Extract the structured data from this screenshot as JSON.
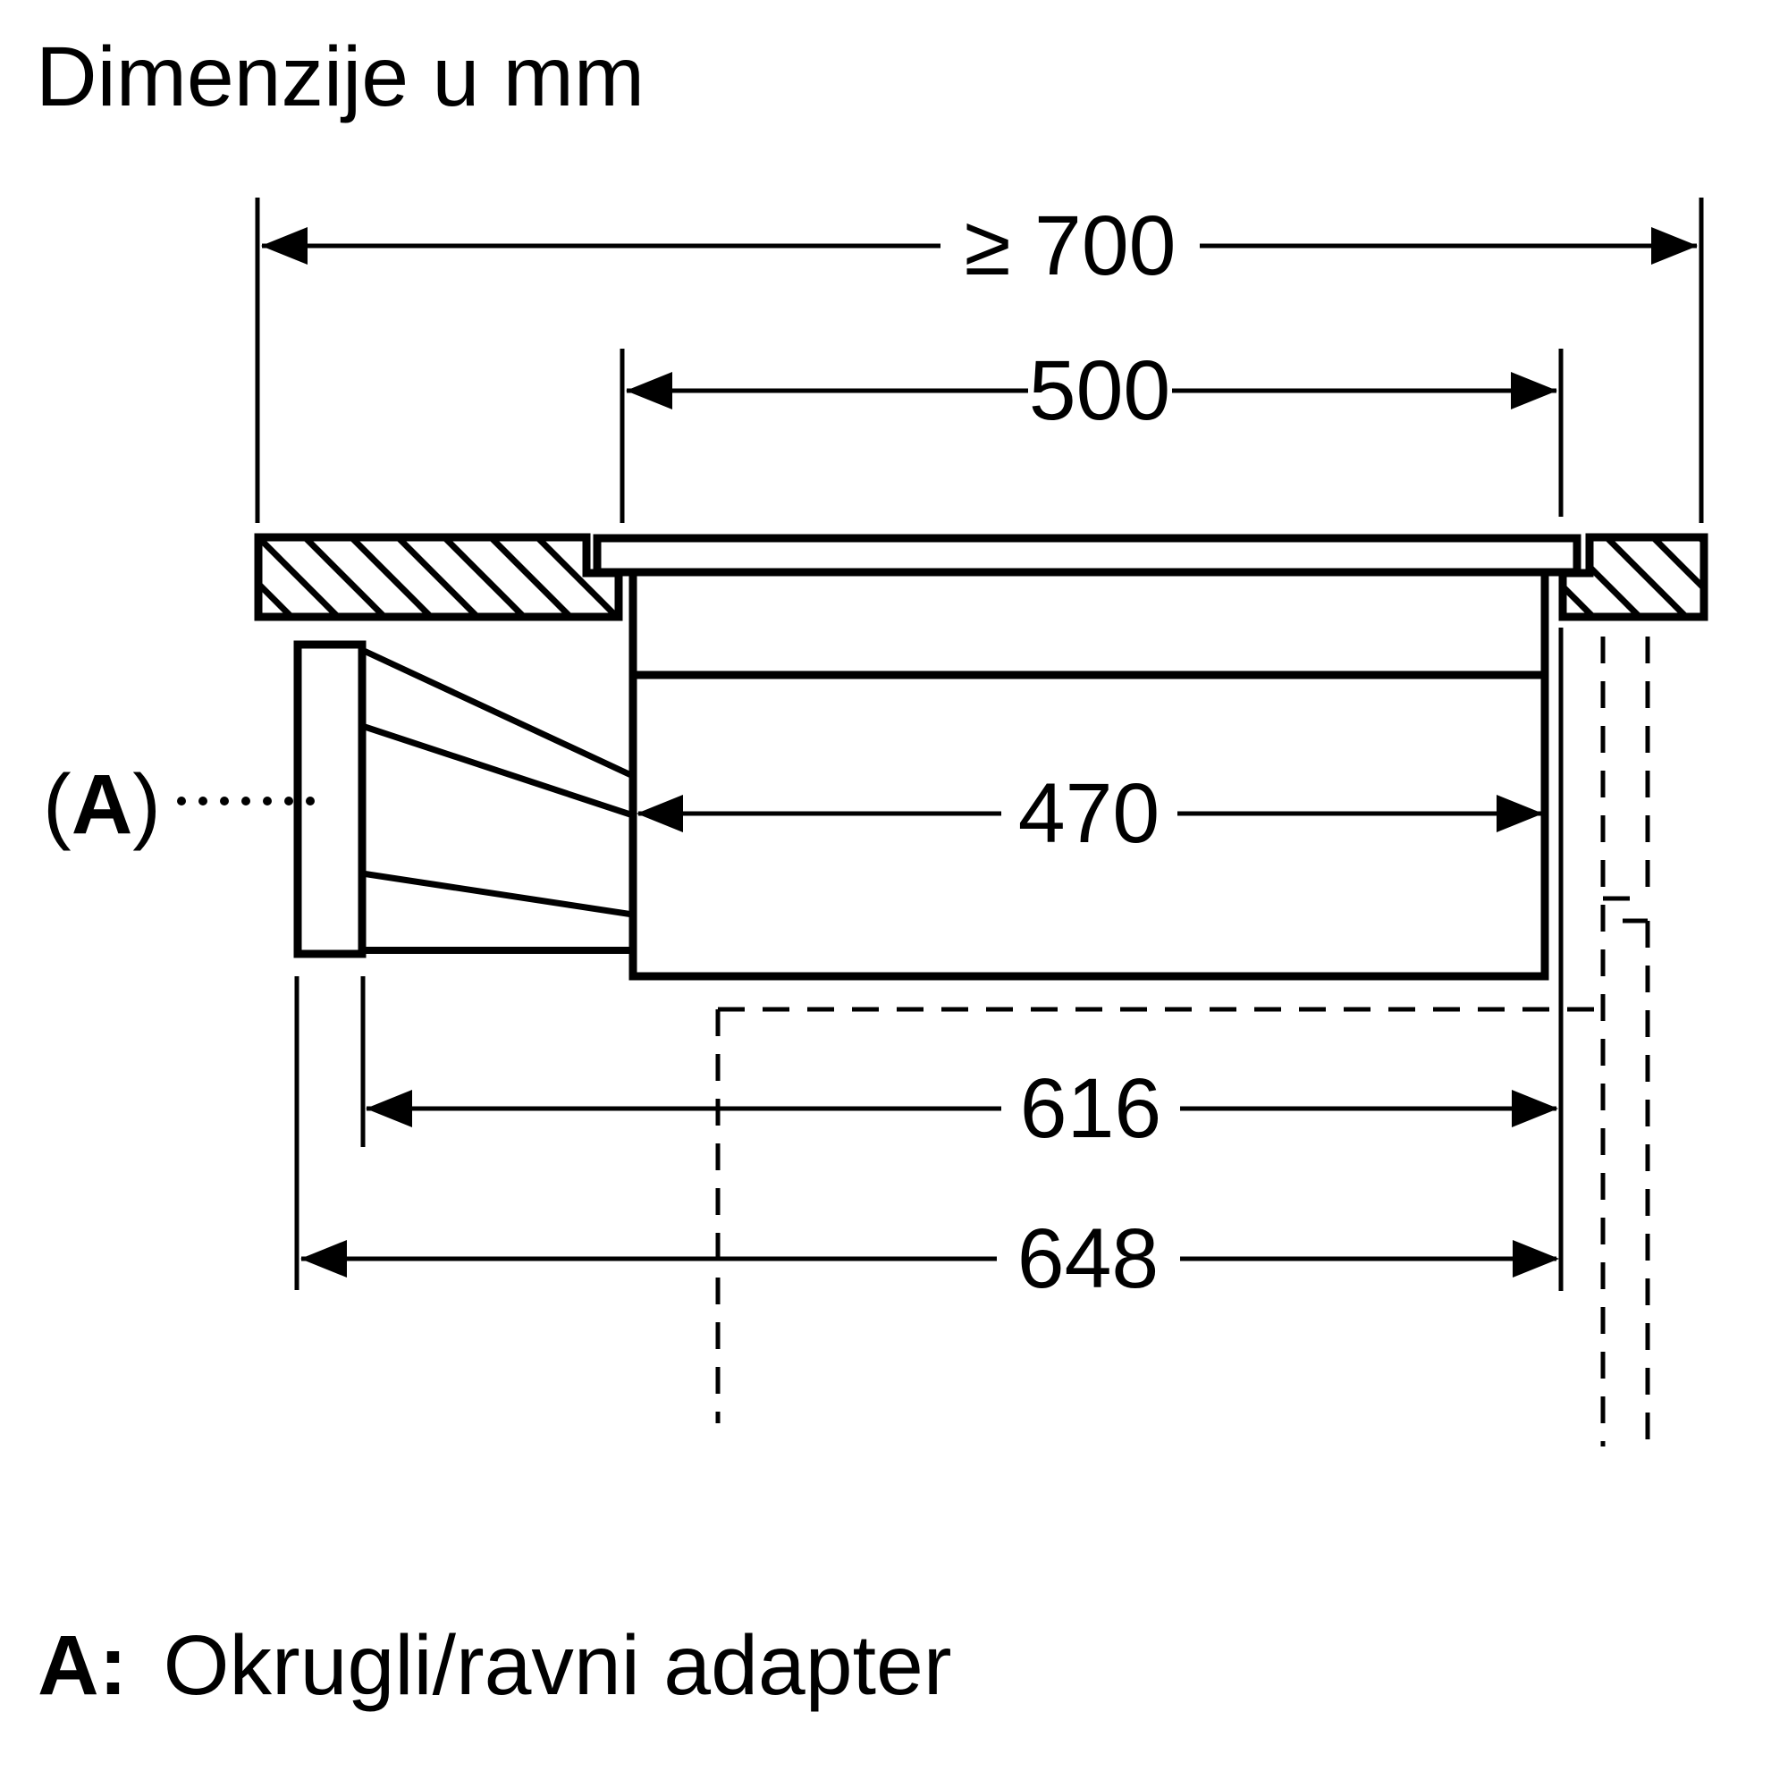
{
  "title": "Dimenzije u mm",
  "dimensions": {
    "total_width": "≥ 700",
    "cutout_width": "500",
    "body_width": "470",
    "depth_616": "616",
    "depth_648": "648"
  },
  "annotation": {
    "open": "(",
    "key": "A",
    "close": ")"
  },
  "legend": {
    "key": "A:",
    "text": "Okrugli/ravni adapter"
  },
  "colors": {
    "ink": "#000000",
    "background": "#ffffff"
  }
}
